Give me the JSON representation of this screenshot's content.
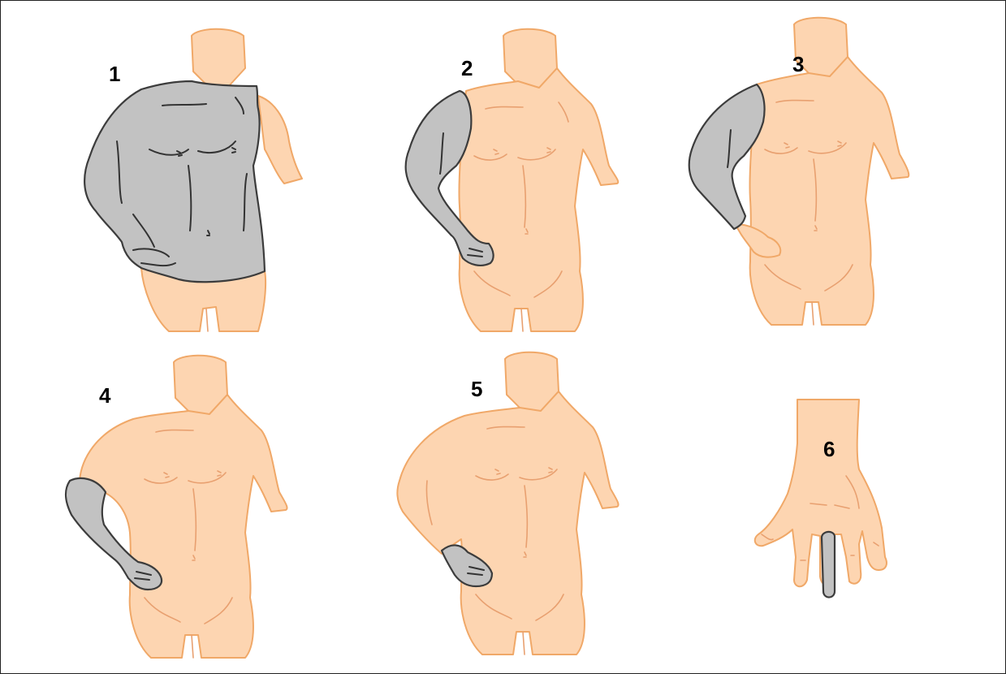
{
  "figures": [
    {
      "label": "1",
      "highlight": "shoulder-arm-and-torso"
    },
    {
      "label": "2",
      "highlight": "whole-arm"
    },
    {
      "label": "3",
      "highlight": "upper-arm-to-wrist"
    },
    {
      "label": "4",
      "highlight": "below-shoulder-arm-and-hand"
    },
    {
      "label": "5",
      "highlight": "hand"
    },
    {
      "label": "6",
      "highlight": "finger"
    }
  ],
  "colors": {
    "skin": "#fdd5b1",
    "skin_outline": "#f0a868",
    "highlight": "#c2c2c2",
    "highlight_outline": "#3c3c3c"
  }
}
